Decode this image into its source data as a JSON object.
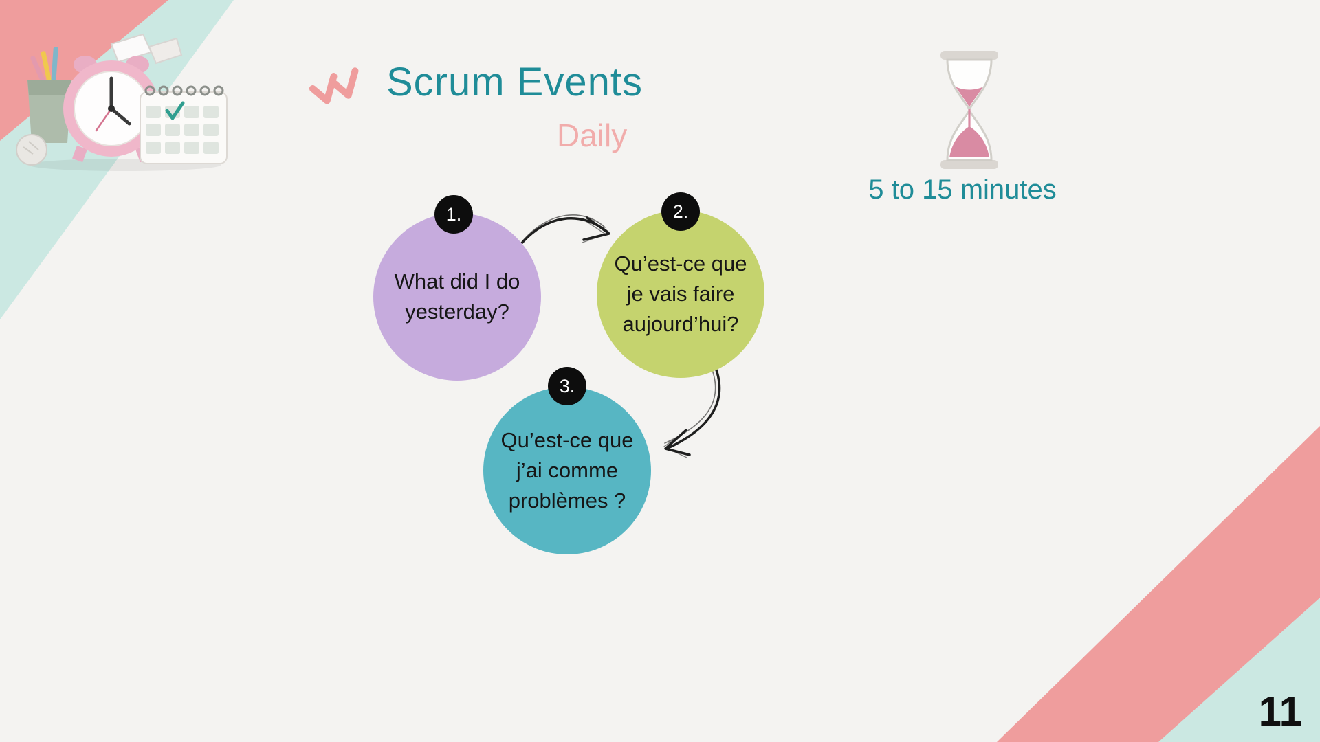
{
  "slide": {
    "title": "Scrum Events",
    "subtitle": "Daily",
    "duration_label": "5 to 15 minutes",
    "page_number": "11"
  },
  "steps": [
    {
      "number": "1.",
      "text": "What did I do yesterday?",
      "color": "#c6abdd"
    },
    {
      "number": "2.",
      "text": "Qu’est-ce que je vais faire aujourd’hui?",
      "color": "#c5d36e"
    },
    {
      "number": "3.",
      "text": "Qu’est-ce que j’ai comme problèmes ?",
      "color": "#57b6c3"
    }
  ],
  "icons": {
    "double_checkmark": "✔✔",
    "hourglass": "⌛",
    "alarm_clock": "⏰",
    "calendar": "📅",
    "flow_arrows": "↷↷"
  },
  "colors": {
    "background": "#f4f3f1",
    "title": "#1f8c98",
    "subtitle": "#f1acab",
    "accent_pink": "#ef9d9d",
    "accent_mint": "#cbe8e2",
    "badge": "#0d0d0d",
    "arrow": "#1f1f1f",
    "sand_pink": "#d98ba3"
  }
}
